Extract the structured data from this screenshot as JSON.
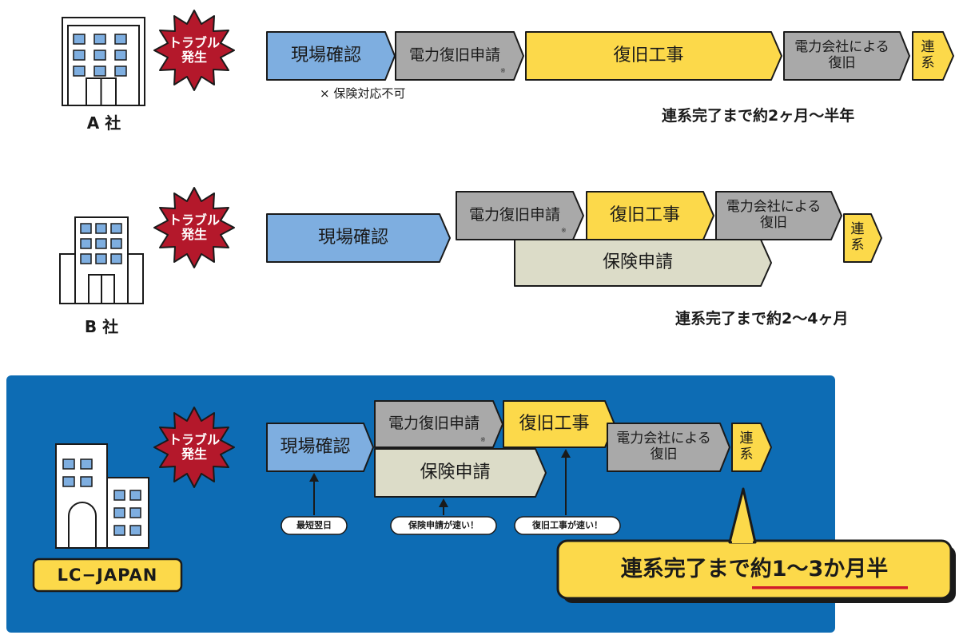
{
  "trouble_label": [
    "トラブル",
    "発生"
  ],
  "note_mark": "※",
  "colors": {
    "step_blue": "#7eaee0",
    "step_gray": "#a9a9a9",
    "step_yellow": "#fcd94a",
    "step_beige": "#dcdcc8",
    "burst_red": "#b4182b",
    "panel_blue": "#0d6cb4",
    "underline_red": "#d11a2a"
  },
  "company_a": {
    "name": "A 社",
    "steps": [
      "現場確認",
      "電力復旧申請",
      "復旧工事",
      "電力会社による\n復旧",
      "連\n系"
    ],
    "insurance_note": "× 保険対応不可",
    "summary": "連系完了まで約2ヶ月～半年"
  },
  "company_b": {
    "name": "B 社",
    "steps": [
      "現場確認",
      "電力復旧申請",
      "復旧工事",
      "電力会社による\n復旧",
      "連\n系"
    ],
    "insurance": "保険申請",
    "summary": "連系完了まで約2～4ヶ月"
  },
  "lc_japan": {
    "name": "LC−JAPAN",
    "steps": [
      "現場確認",
      "電力復旧申請",
      "復旧工事",
      "電力会社による\n復旧",
      "連\n系"
    ],
    "insurance": "保険申請",
    "callouts": [
      "最短翌日",
      "保険申請が速い！",
      "復旧工事が速い！"
    ],
    "summary_prefix": "連系完了まで",
    "summary_highlight": "約1～3か月半"
  }
}
